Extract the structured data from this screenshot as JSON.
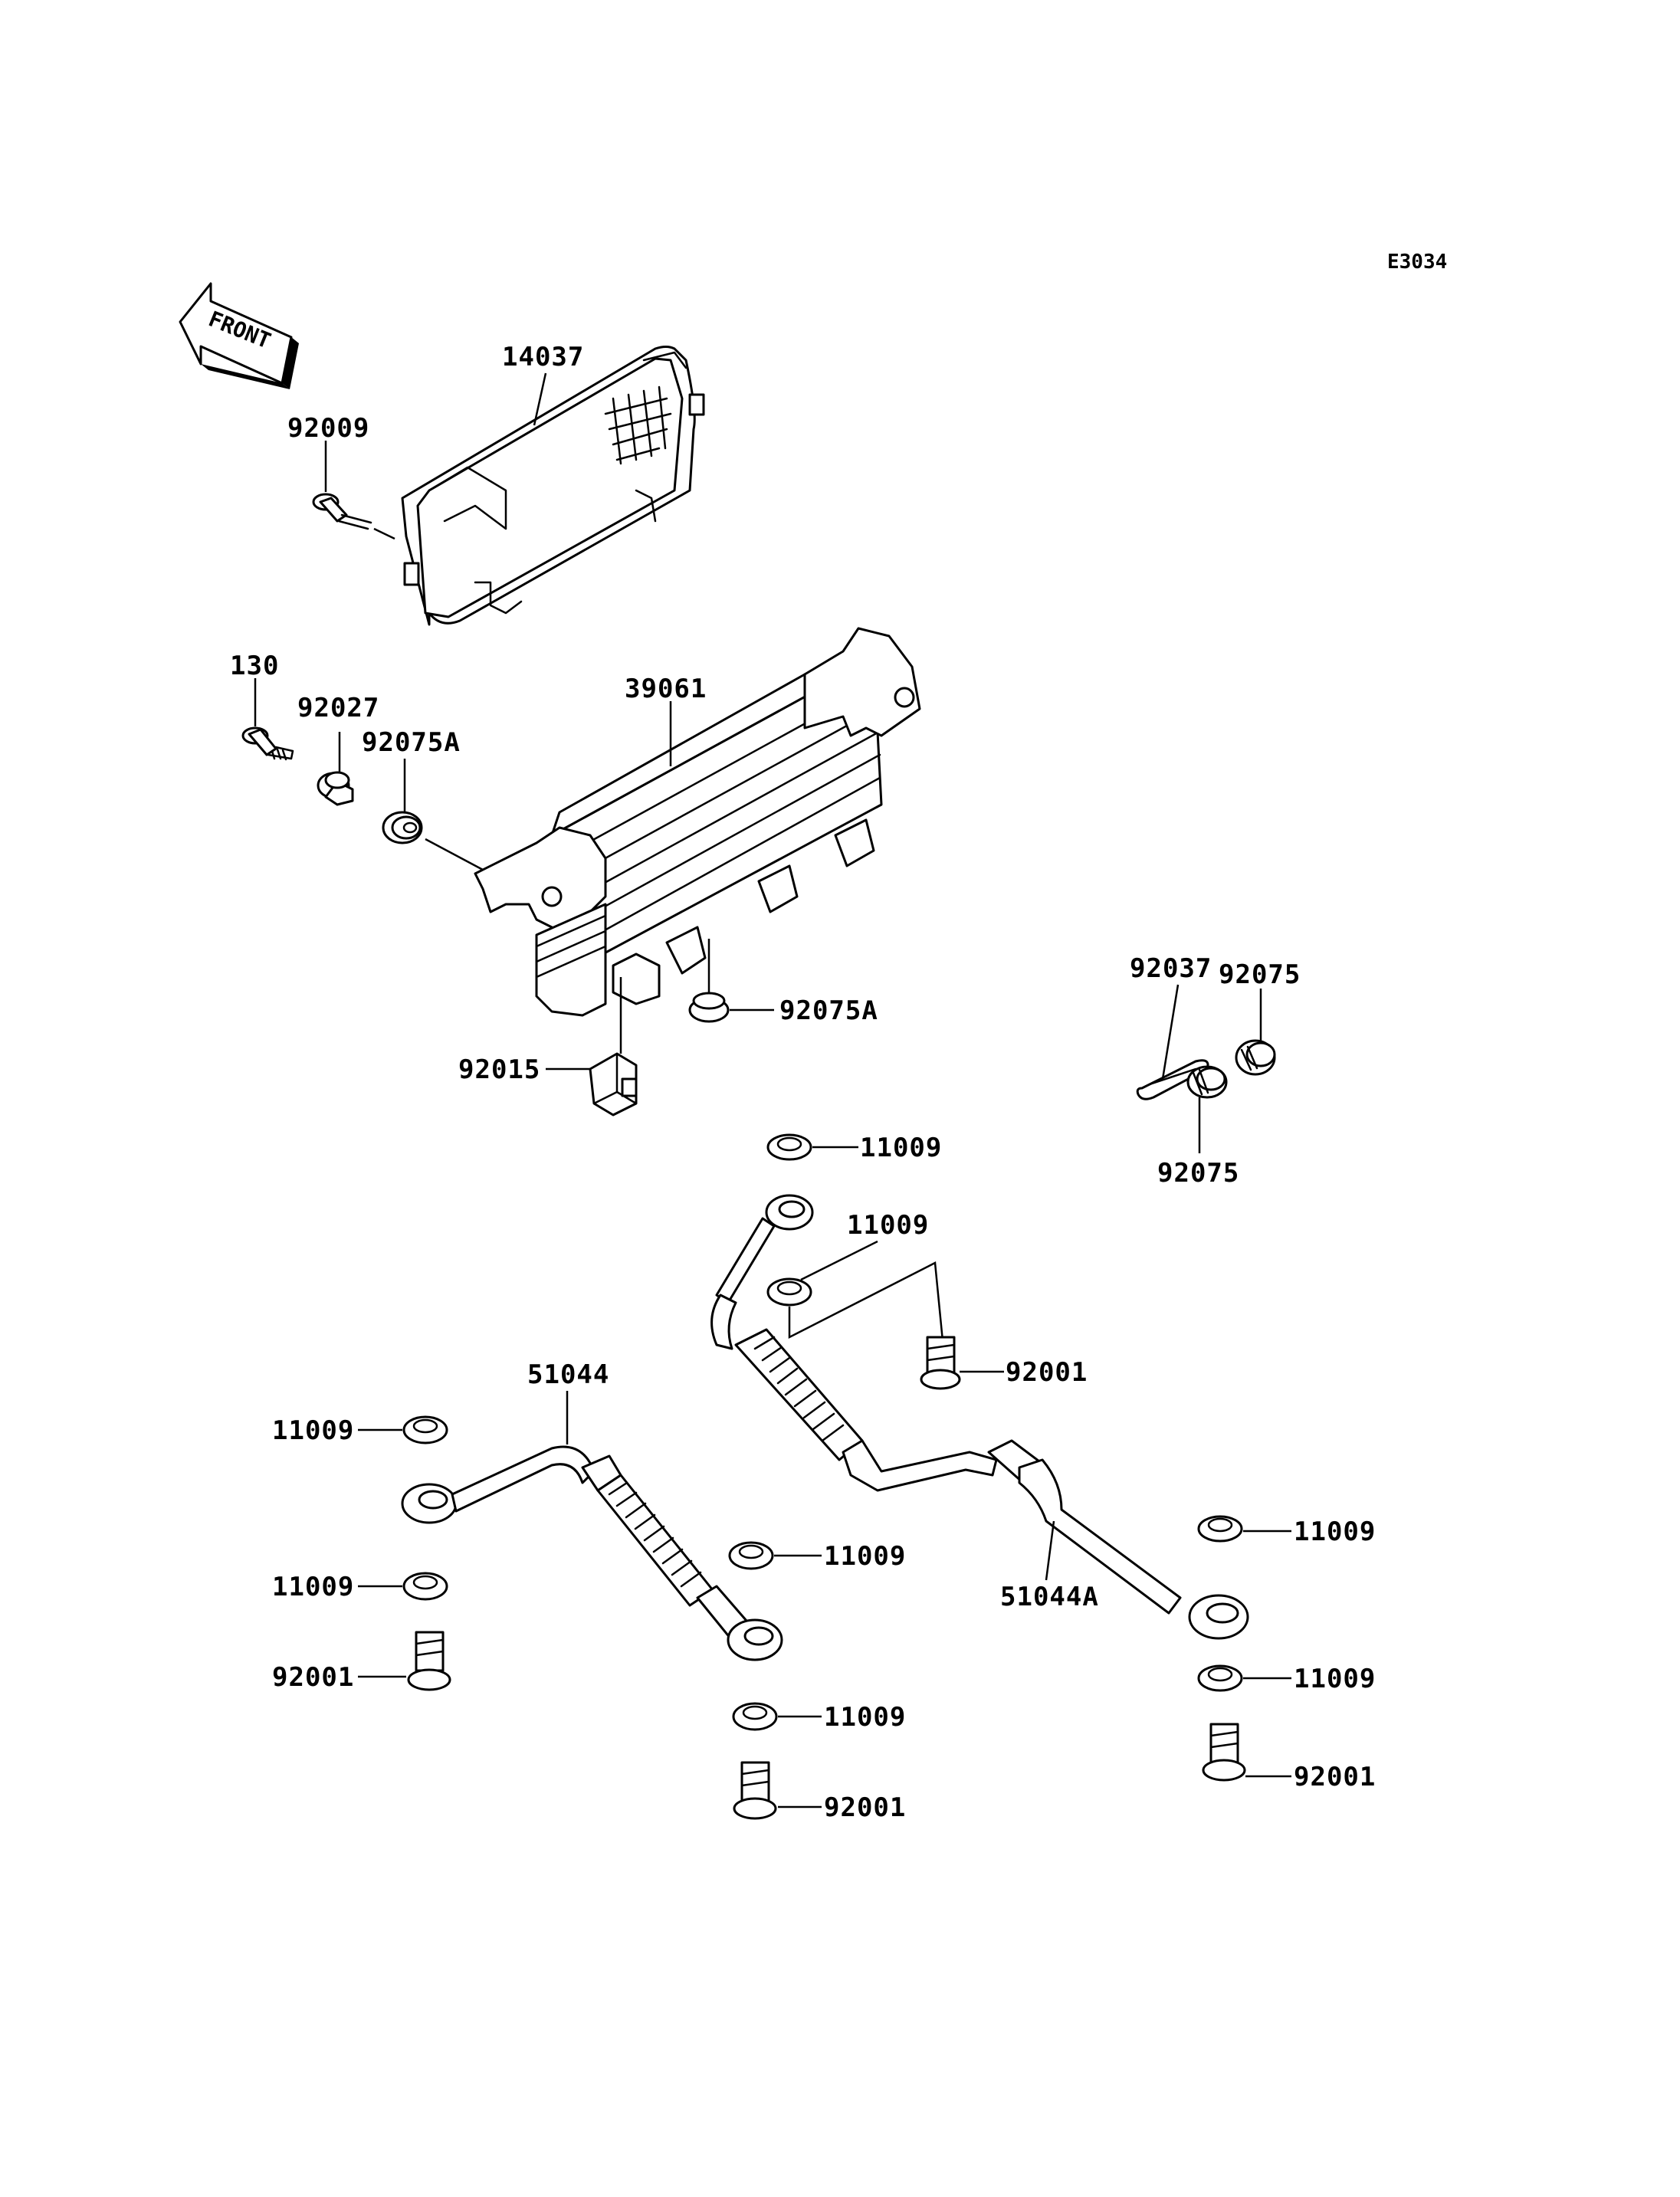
{
  "diagram": {
    "code": "E3034",
    "direction_marker": "FRONT",
    "labels": {
      "l14037": "14037",
      "l92009": "92009",
      "l130": "130",
      "l92027": "92027",
      "l92075A_top": "92075A",
      "l39061": "39061",
      "l92075A_bottom": "92075A",
      "l92015": "92015",
      "l92037": "92037",
      "l92075_top": "92075",
      "l92075_bottom": "92075",
      "l11009_a": "11009",
      "l11009_b": "11009",
      "l92001_a": "92001",
      "l51044": "51044",
      "l11009_c": "11009",
      "l11009_d": "11009",
      "l11009_e": "11009",
      "l92001_b": "92001",
      "l11009_f": "11009",
      "l92001_c": "92001",
      "l51044A": "51044A",
      "l11009_g": "11009",
      "l11009_h": "11009",
      "l92001_d": "92001"
    }
  }
}
